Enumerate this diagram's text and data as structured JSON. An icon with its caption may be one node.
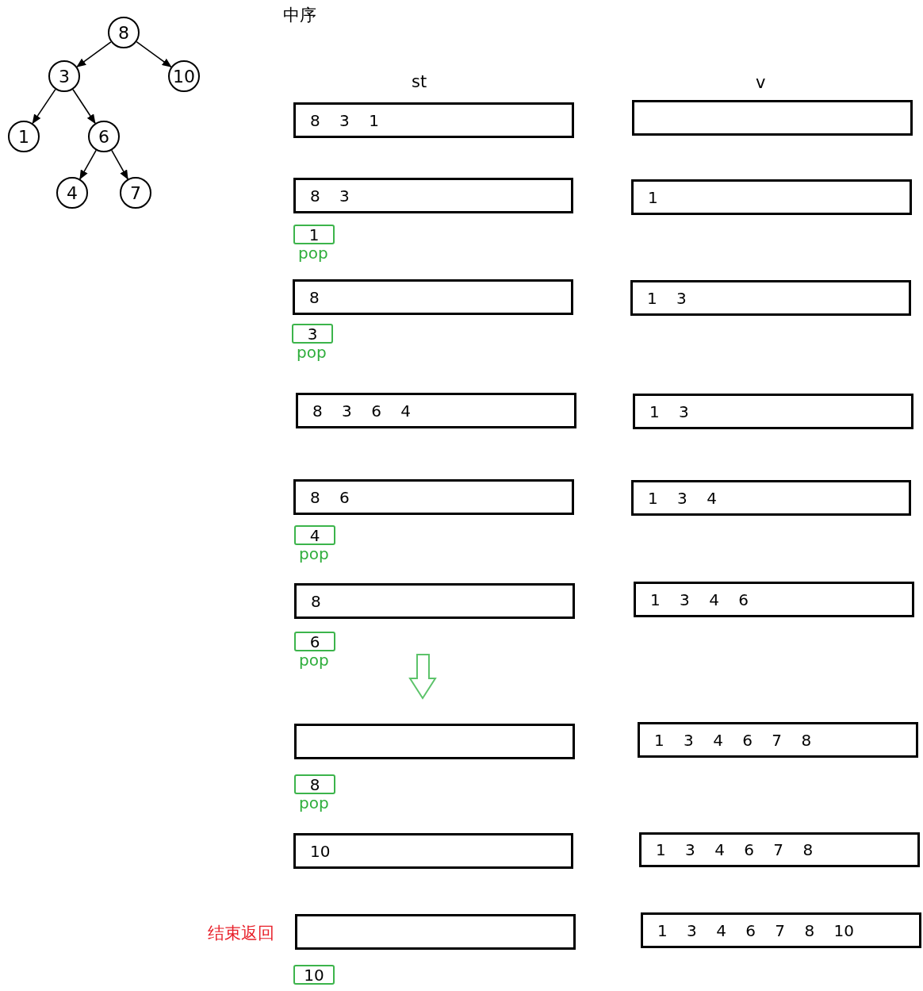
{
  "diagram": {
    "title": "中序",
    "nodes": [
      {
        "text": [
          "8"
        ]
      },
      {
        "text": [
          "3"
        ]
      },
      {
        "text": [
          "10"
        ]
      },
      {
        "text": [
          "1"
        ]
      },
      {
        "text": [
          "6"
        ]
      },
      {
        "text": [
          "4"
        ]
      },
      {
        "text": [
          "7"
        ]
      },
      {
        "text": [
          "8 3 1"
        ]
      },
      {
        "text": [],
        "shape": "box"
      },
      {
        "text": [
          "8 3"
        ]
      },
      {
        "text": [
          "1"
        ]
      },
      {
        "text": [
          "1"
        ],
        "beside": [
          "pop"
        ]
      },
      {
        "text": [
          "8"
        ]
      },
      {
        "text": [
          "1 3"
        ]
      },
      {
        "text": [
          "3"
        ],
        "beside": [
          "pop"
        ]
      },
      {
        "text": [
          "8 3 6 4"
        ]
      },
      {
        "text": [
          "1 3"
        ]
      },
      {
        "text": [
          "8 6"
        ]
      },
      {
        "text": [
          "1 3 4"
        ]
      },
      {
        "text": [
          "4"
        ],
        "beside": [
          "pop"
        ]
      },
      {
        "text": [
          "8"
        ]
      },
      {
        "text": [
          "1 3 4 6"
        ]
      },
      {
        "text": [
          "6"
        ],
        "beside": [
          "pop"
        ]
      },
      {
        "text": [],
        "shape": "box"
      },
      {
        "text": [
          "1 3 4 6 7 8"
        ]
      },
      {
        "text": [
          "8"
        ],
        "beside": [
          "pop"
        ]
      },
      {
        "text": [
          "10"
        ]
      },
      {
        "text": [
          "1 3 4 6 7 8"
        ]
      },
      {
        "text": [],
        "shape": "box"
      },
      {
        "text": [
          "1 3 4 6 7 8 10"
        ]
      },
      {
        "text": [
          "10"
        ]
      }
    ],
    "edges": [
      {
        "from": 0,
        "to": 1,
        "arrow": "to"
      },
      {
        "from": 0,
        "to": 2,
        "arrow": "to"
      },
      {
        "from": 1,
        "to": 3,
        "arrow": "to"
      },
      {
        "from": 1,
        "to": 4,
        "arrow": "to"
      },
      {
        "from": 4,
        "to": 5,
        "arrow": "to"
      },
      {
        "from": 4,
        "to": 6,
        "arrow": "to"
      }
    ],
    "labels": [
      "st",
      "v",
      "结束返回"
    ]
  }
}
